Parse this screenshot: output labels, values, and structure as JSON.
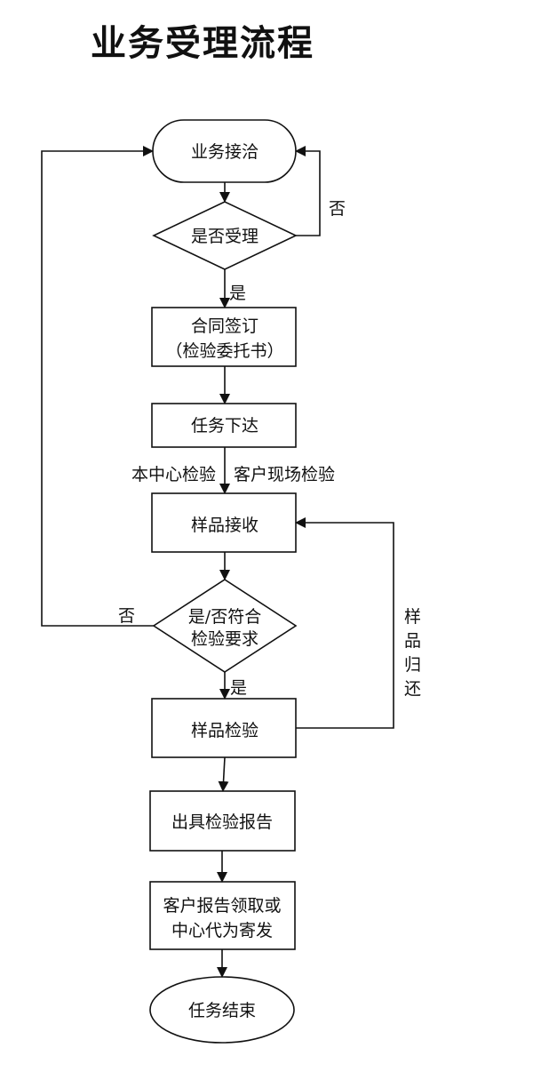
{
  "title": "业务受理流程",
  "nodes": {
    "start": {
      "type": "terminal",
      "lines": [
        "业务接洽"
      ]
    },
    "decision_accept": {
      "type": "decision",
      "lines": [
        "是否受理"
      ]
    },
    "contract": {
      "type": "process",
      "lines": [
        "合同签订",
        "（检验委托书）"
      ]
    },
    "task_assign": {
      "type": "process",
      "lines": [
        "任务下达"
      ]
    },
    "sample_receive": {
      "type": "process",
      "lines": [
        "样品接收"
      ]
    },
    "decision_sample": {
      "type": "decision",
      "lines": [
        "是/否符合",
        "检验要求"
      ]
    },
    "sample_test": {
      "type": "process",
      "lines": [
        "样品检验"
      ]
    },
    "issue_report": {
      "type": "process",
      "lines": [
        "出具检验报告"
      ]
    },
    "report_delivery": {
      "type": "process",
      "lines": [
        "客户报告领取或",
        "中心代为寄发"
      ]
    },
    "end": {
      "type": "terminal",
      "lines": [
        "任务结束"
      ]
    }
  },
  "edges": [
    {
      "from": "start",
      "to": "decision_accept",
      "label": ""
    },
    {
      "from": "decision_accept",
      "to": "contract",
      "label": "是"
    },
    {
      "from": "decision_accept",
      "to": "start",
      "label": "否"
    },
    {
      "from": "contract",
      "to": "task_assign",
      "label": ""
    },
    {
      "from": "task_assign",
      "to": "sample_receive",
      "label_left": "本中心检验",
      "label_right": "客户现场检验"
    },
    {
      "from": "sample_receive",
      "to": "decision_sample",
      "label": ""
    },
    {
      "from": "decision_sample",
      "to": "sample_test",
      "label": "是"
    },
    {
      "from": "decision_sample",
      "to": "start",
      "label": "否"
    },
    {
      "from": "sample_test",
      "to": "sample_receive",
      "label": "样品归还"
    },
    {
      "from": "sample_test",
      "to": "issue_report",
      "label": ""
    },
    {
      "from": "issue_report",
      "to": "report_delivery",
      "label": ""
    },
    {
      "from": "report_delivery",
      "to": "end",
      "label": ""
    }
  ],
  "edge_labels": {
    "accept_yes": "是",
    "accept_no": "否",
    "local_test": "本中心检验",
    "onsite_test": "客户现场检验",
    "sample_no": "否",
    "sample_yes": "是",
    "sample_return": [
      "样",
      "品",
      "归",
      "还"
    ]
  },
  "colors": {
    "stroke": "#111111",
    "background": "#ffffff"
  }
}
